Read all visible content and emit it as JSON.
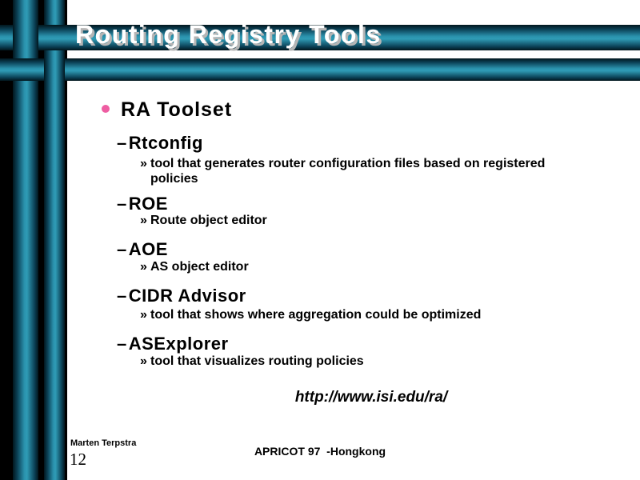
{
  "colors": {
    "background": "#ffffff",
    "left_panel": "#000000",
    "tube_bright": "#2f9cb6",
    "tube_mid": "#2a91ac",
    "tube_dark": "#02161d",
    "title_text": "#ffffff",
    "title_shadow": "#b5b5b5",
    "body_text": "#000000",
    "bullet_pink": "#ee5da2"
  },
  "title": "Routing Registry Tools",
  "content": {
    "toolset_heading": "RA Toolset",
    "markers": {
      "dash": "–",
      "sub": "»"
    },
    "sections": [
      {
        "heading": "Rtconfig",
        "detail": "tool that generates router configuration files based on registered\npolicies"
      },
      {
        "heading": "ROE",
        "detail": "Route object editor"
      },
      {
        "heading": "AOE",
        "detail": "AS object editor"
      },
      {
        "heading": "CIDR Advisor",
        "detail": "tool that shows where aggregation could be optimized"
      },
      {
        "heading": "ASExplorer",
        "detail": "tool that visualizes routing policies"
      }
    ],
    "url": "http://www.isi.edu/ra/"
  },
  "footer": {
    "author": "Marten Terpstra",
    "slide_number": "12",
    "event": "APRICOT 97  -Hongkong"
  }
}
